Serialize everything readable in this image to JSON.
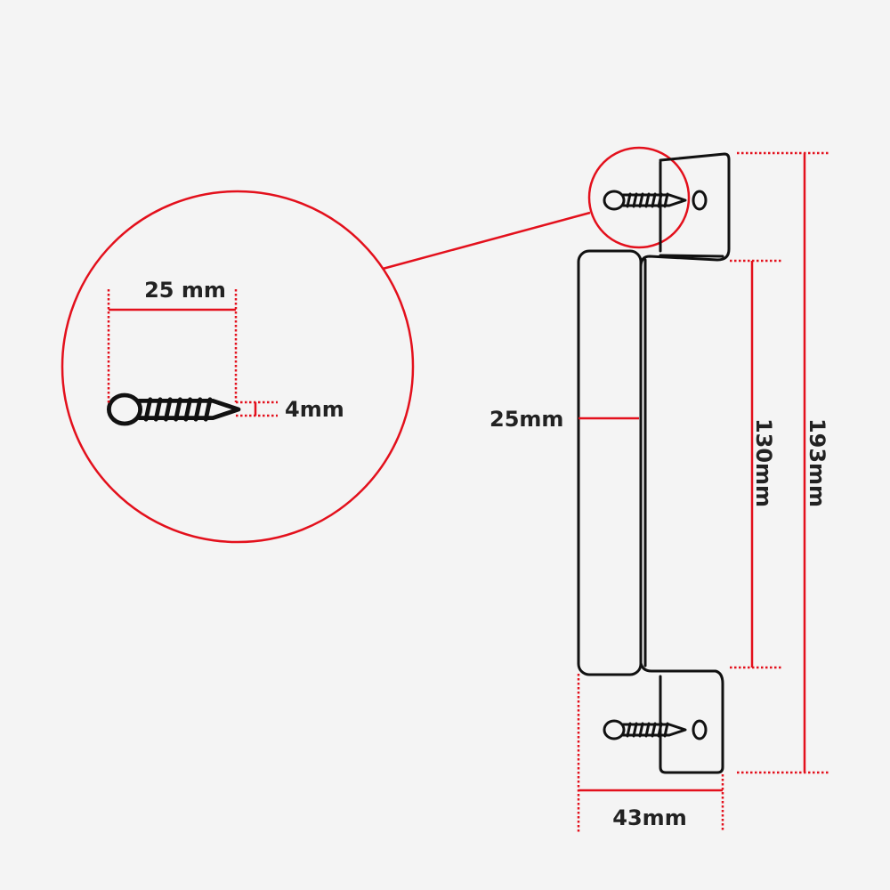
{
  "title": "Handle dimension diagram",
  "colors": {
    "accent": "#e3101c",
    "ink": "#111111",
    "background": "#f4f4f4"
  },
  "dimensions": {
    "screw_length": "25 mm",
    "screw_diameter": "4mm",
    "handle_width": "25mm",
    "grip_length": "130mm",
    "total_length": "193mm",
    "depth": "43mm"
  }
}
